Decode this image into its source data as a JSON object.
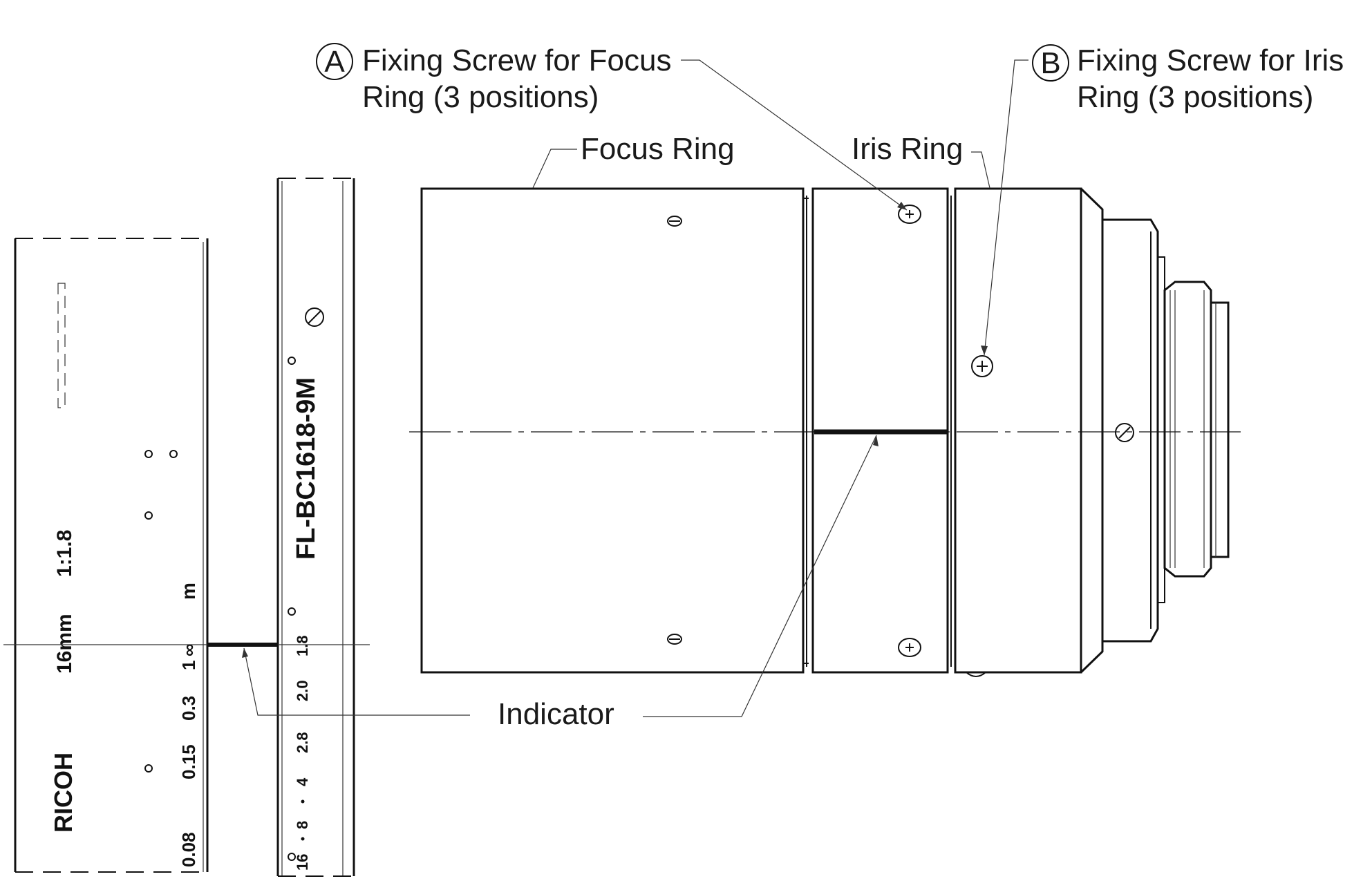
{
  "labels": {
    "callout_a_letter": "A",
    "callout_a_line1": "Fixing Screw for Focus",
    "callout_a_line2": "Ring (3 positions)",
    "callout_b_letter": "B",
    "callout_b_line1": "Fixing Screw for Iris",
    "callout_b_line2": "Ring (3 positions)",
    "focus_ring": "Focus Ring",
    "iris_ring": "Iris Ring",
    "indicator": "Indicator"
  },
  "engravings": {
    "brand": "RICOH",
    "focal_length": "16mm",
    "aperture_ratio": "1:1.8",
    "model": "FL-BC1618-9M",
    "distance_unit": "m",
    "distance_scale": [
      "0.08",
      "0.15",
      "0.3",
      "1",
      "∞"
    ],
    "iris_scale": [
      "1.8",
      "2.0",
      "2.8",
      "4",
      "8",
      "16"
    ]
  }
}
